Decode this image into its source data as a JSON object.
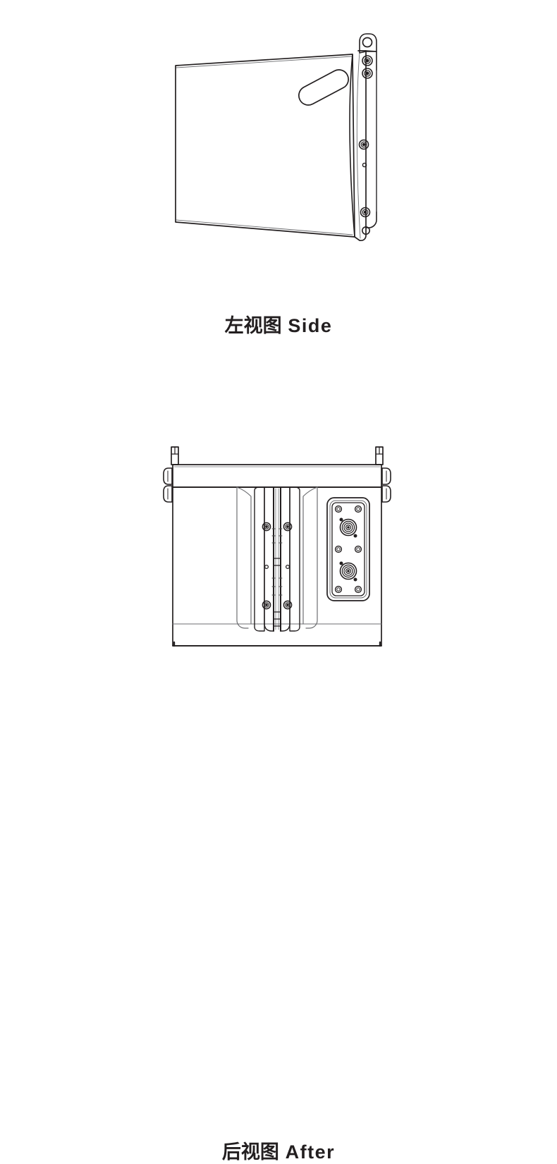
{
  "document": {
    "type": "technical-drawing",
    "subject": "line array loudspeaker cabinet",
    "background_color": "#ffffff",
    "line_color": "#231f20",
    "secondary_line_color": "#6d6e71",
    "text_color": "#231f20"
  },
  "views": [
    {
      "id": "side",
      "caption_cn": "左视图",
      "caption_en": "Side",
      "caption_full": "左视图 Side",
      "description": "Left side elevation of trapezoidal speaker cabinet with recessed handle and rear rigging rail",
      "features": [
        {
          "name": "cabinet-outline",
          "shape": "trapezoid",
          "note": "taller at right (rear) edge, slanted top and bottom"
        },
        {
          "name": "recessed-handle",
          "shape": "rounded-slot",
          "rotation_deg": -28
        },
        {
          "name": "rigging-rail",
          "shape": "curved-vertical-strip",
          "edge": "right"
        },
        {
          "name": "top-rigging-tab",
          "shape": "rounded-tab-with-hole",
          "count": 1
        },
        {
          "name": "rail-fasteners",
          "shape": "concentric-circles",
          "count": 4
        },
        {
          "name": "rail-pilot-hole",
          "shape": "small-circle",
          "count": 1
        },
        {
          "name": "bottom-rigging-hole",
          "shape": "plain-circle",
          "count": 1
        }
      ]
    },
    {
      "id": "rear",
      "caption_cn": "后视图",
      "caption_en": "After",
      "caption_full": "后视图 After",
      "description": "Rear elevation of speaker cabinet with central rigging spine, side hook brackets, top pins and recessed connector plate",
      "features": [
        {
          "name": "cabinet-outline",
          "shape": "rectangle"
        },
        {
          "name": "top-band",
          "shape": "horizontal-strip"
        },
        {
          "name": "bottom-band",
          "shape": "horizontal-strip"
        },
        {
          "name": "top-rigging-pins",
          "shape": "vertical-tab",
          "count": 2
        },
        {
          "name": "side-hook-brackets",
          "shape": "rounded-clip",
          "count": 4
        },
        {
          "name": "center-spine-panel",
          "shape": "rounded-rect-pair"
        },
        {
          "name": "spine-rail",
          "shape": "twin-vertical-rail"
        },
        {
          "name": "spine-fasteners",
          "shape": "concentric-circles",
          "count": 4
        },
        {
          "name": "spine-pilot-holes",
          "shape": "small-circle",
          "count": 2
        },
        {
          "name": "connector-plate",
          "shape": "rounded-rect-recess"
        },
        {
          "name": "speakon-connectors",
          "shape": "concentric-circles-with-tabs",
          "count": 2
        },
        {
          "name": "connector-plate-screws",
          "shape": "ring",
          "count": 6
        }
      ]
    }
  ]
}
